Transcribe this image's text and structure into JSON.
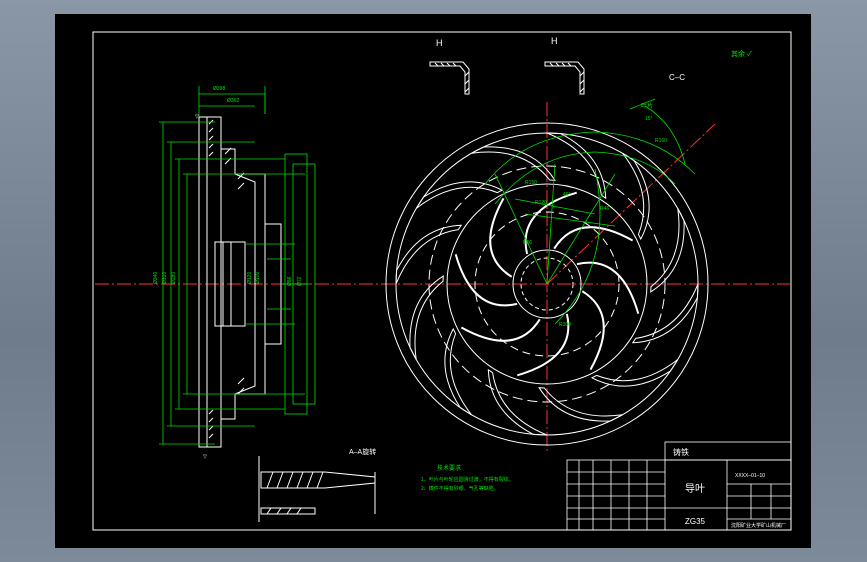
{
  "drawing": {
    "section_labels": {
      "left": "H",
      "right": "H",
      "section_cc": "C–C",
      "section_aa": "A–A旋转"
    },
    "surface_finish": "其余 ✓",
    "leader_label": "叶片",
    "tech_requirements": {
      "title": "技术要求",
      "line1": "1、叶片与叶轮应圆滑过渡，不得有裂纹。",
      "line2": "2、铸件不得有砂眼、气孔等缺陷。"
    },
    "title_block": {
      "part_material": "铸铁",
      "drawing_number": "XXXX–01–10",
      "part_name": "导叶",
      "material_code": "ZG35",
      "company": "沈阳矿业大学矿山机械厂"
    }
  },
  "colors": {
    "background": "#000000",
    "line_white": "#ffffff",
    "line_green": "#00e000",
    "centerline_red": "#ff3030"
  }
}
